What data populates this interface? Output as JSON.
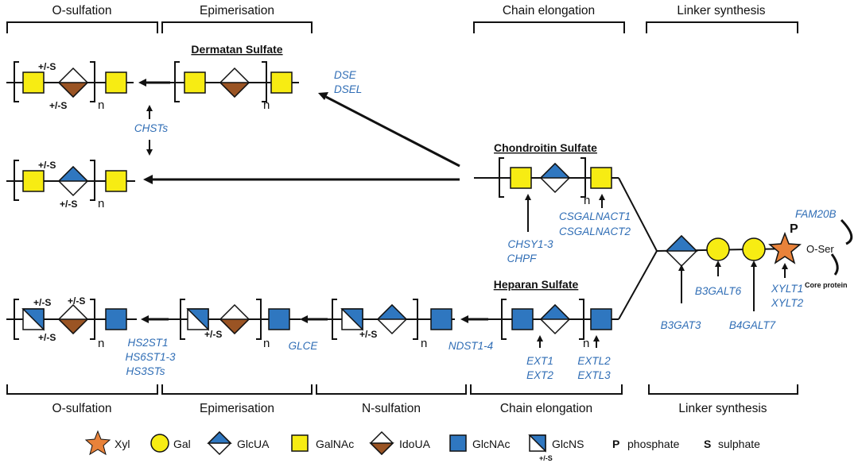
{
  "headers": {
    "top_osulf": "O-sulfation",
    "top_epim": "Epimerisation",
    "top_chain": "Chain elongation",
    "top_linker": "Linker synthesis",
    "bot_osulf": "O-sulfation",
    "bot_epim": "Epimerisation",
    "bot_nsulf": "N-sulfation",
    "bot_chain": "Chain elongation",
    "bot_linker": "Linker synthesis"
  },
  "sections": {
    "dermatan": "Dermatan Sulfate",
    "chondroitin": "Chondroitin Sulfate",
    "heparan": "Heparan Sulfate"
  },
  "enzymes": {
    "dse": "DSE",
    "dsel": "DSEL",
    "chsts": "CHSTs",
    "chsy": "CHSY1-3",
    "chpf": "CHPF",
    "csgalnact1": "CSGALNACT1",
    "csgalnact2": "CSGALNACT2",
    "fam20b": "FAM20B",
    "b3galt6": "B3GALT6",
    "xylt1": "XYLT1",
    "xylt2": "XYLT2",
    "b3gat3": "B3GAT3",
    "b4galt7": "B4GALT7",
    "hs2st1": "HS2ST1",
    "hs6st": "HS6ST1-3",
    "hs3sts": "HS3STs",
    "glce": "GLCE",
    "ndst": "NDST1-4",
    "ext1": "EXT1",
    "ext2": "EXT2",
    "extl2": "EXTL2",
    "extl3": "EXTL3"
  },
  "labels": {
    "n": "n",
    "pm_s": "+/-S",
    "o_ser": "O-Ser",
    "core_protein": "Core protein",
    "phosphate_mark": "P"
  },
  "legend": {
    "xyl": "Xyl",
    "gal": "Gal",
    "glcua": "GlcUA",
    "galnac": "GalNAc",
    "idoua": "IdoUA",
    "glcnac": "GlcNAc",
    "glcns": "GlcNS",
    "glcns_mod": "+/-S",
    "p_symbol": "P",
    "p_text": "phosphate",
    "s_symbol": "S",
    "s_text": "sulphate"
  },
  "colors": {
    "galnac_yellow": "#f7ec13",
    "gal_yellow": "#f7ec13",
    "glc_blue": "#2f77c0",
    "ido_brown": "#9a5424",
    "xyl_orange": "#e8823a",
    "enzyme_text": "#2f6db5"
  }
}
